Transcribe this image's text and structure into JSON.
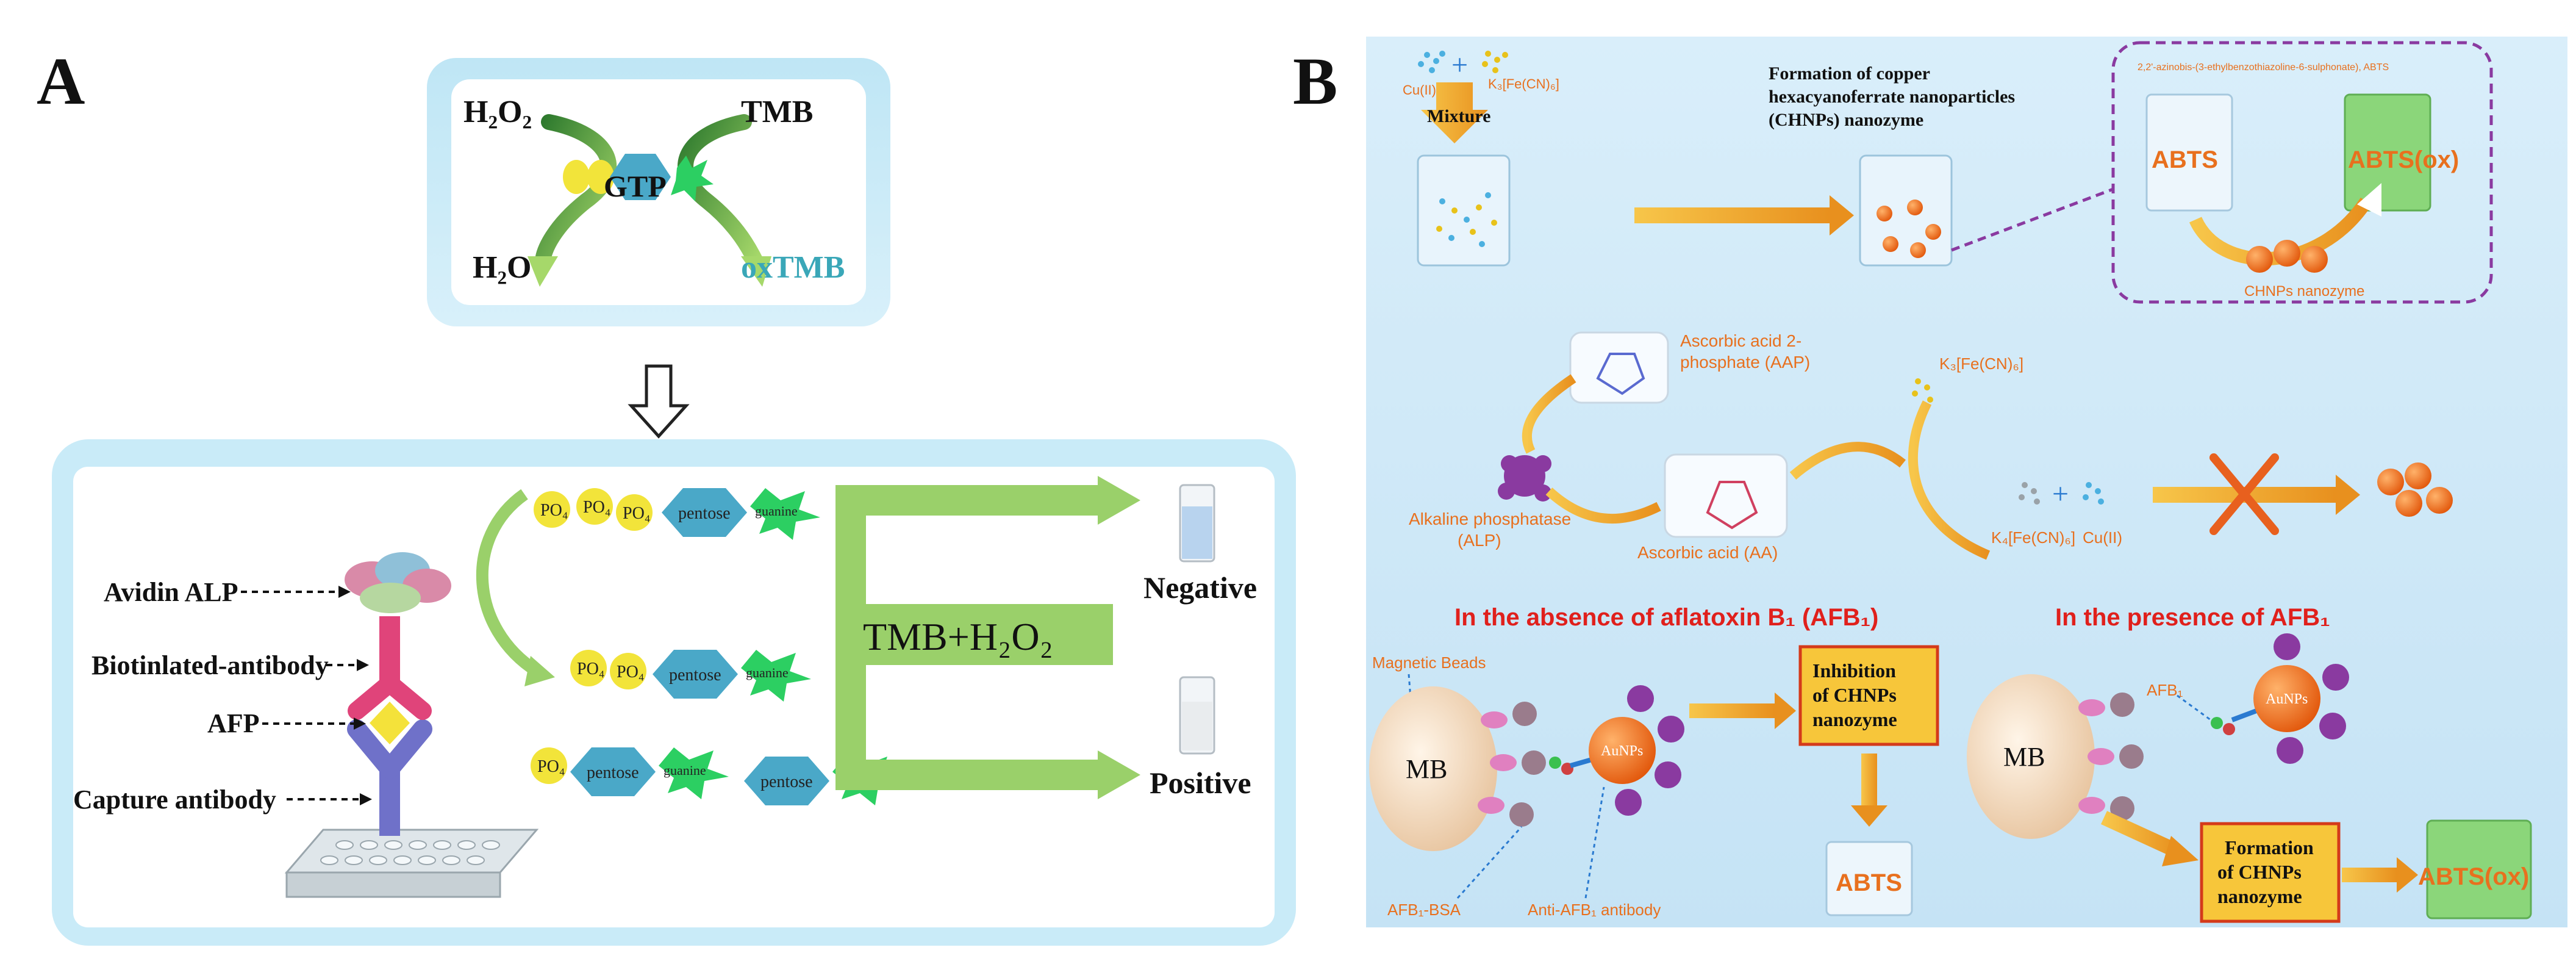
{
  "panel_a": {
    "letter": "A",
    "top_box": {
      "h2o2": "H₂O₂",
      "tmb": "TMB",
      "gtp": "GTP",
      "h2o": "H₂O",
      "oxtmb": "oxTMB"
    },
    "labels": {
      "avidin_alp": "Avidin ALP",
      "biotinylated_antibody": "Biotinlated-antibody",
      "afp": "AFP",
      "capture_antibody": "Capture antibody"
    },
    "molecules": {
      "po4": "PO₄",
      "pentose": "pentose",
      "guanine": "guanine"
    },
    "reagent": "TMB+H₂O₂",
    "negative": "Negative",
    "positive": "Positive"
  },
  "panel_b": {
    "letter": "B",
    "cu2": "Cu(II)",
    "k3fe": "K₃[Fe(CN)₆]",
    "mixture": "Mixture",
    "formation_text": [
      "Formation of copper",
      "hexacyanoferrate nanoparticles",
      "(CHNPs) nanozyme"
    ],
    "abts_full": "2,2'-azinobis-(3-ethylbenzothiazoline-6-sulphonate), ABTS",
    "abts": "ABTS",
    "abts_ox": "ABTS(ox)",
    "chnps_nanozyme": "CHNPs nanozyme",
    "aap_label": [
      "Ascorbic acid 2-",
      "phosphate (AAP)"
    ],
    "alp_label": [
      "Alkaline phosphatase",
      "(ALP)"
    ],
    "aa_label": "Ascorbic acid (AA)",
    "k3fe_2": "K₃[Fe(CN)₆]",
    "k4fe": "K₄[Fe(CN)₆]",
    "cu2_2": "Cu(II)",
    "absence_heading": "In the absence of aflatoxin B₁ (AFB₁)",
    "presence_heading": "In the presence of AFB₁",
    "magnetic_beads": "Magnetic Beads",
    "mb": "MB",
    "aunps": "AuNPs",
    "inhibition": [
      "Inhibition",
      "of CHNPs",
      "nanozyme"
    ],
    "afb1_bsa": "AFB₁-BSA",
    "anti_afb1": "Anti-AFB₁ antibody",
    "afb1": "AFB₁",
    "formation_box": [
      "Formation",
      "of CHNPs",
      "nanozyme"
    ]
  },
  "colors": {
    "orange": "#e8701e",
    "red_text": "#e0201c",
    "teal_text": "#3aa7b8",
    "green_arrow": "#8ccb5e",
    "purple": "#8a3aa0",
    "panel_b_bg": "#cfe7f6"
  }
}
